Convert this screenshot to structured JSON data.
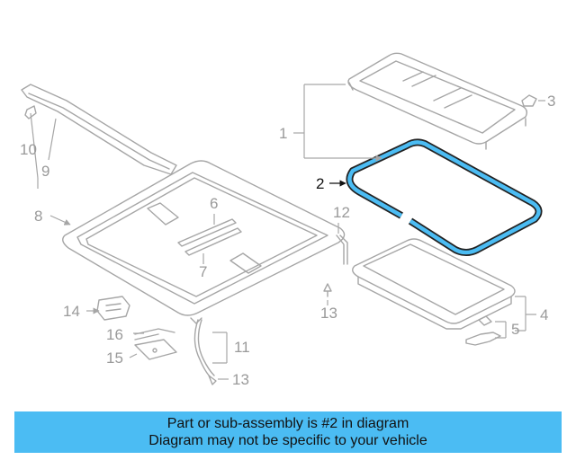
{
  "diagram": {
    "callouts": {
      "c1": "1",
      "c2": "2",
      "c3": "3",
      "c4": "4",
      "c5": "5",
      "c6": "6",
      "c7": "7",
      "c8": "8",
      "c9": "9",
      "c10": "10",
      "c11": "11",
      "c12": "12",
      "c13a": "13",
      "c13b": "13",
      "c14": "14",
      "c15": "15",
      "c16": "16"
    },
    "highlight_color": "#4bbcf3"
  },
  "banner": {
    "line1": "Part or sub-assembly is #2 in diagram",
    "line2": "Diagram may not be specific to your vehicle"
  }
}
